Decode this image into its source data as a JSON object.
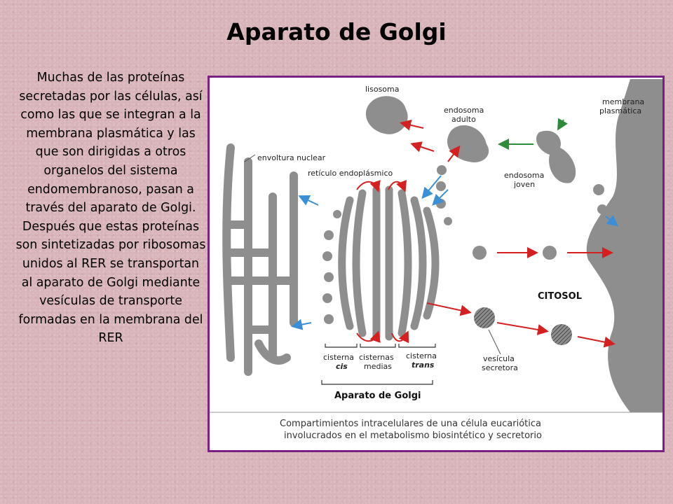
{
  "title": "Aparato de Golgi",
  "paragraph": "Muchas de las proteínas secretadas por las células, así como las que se integran a la membrana plasmática y las que son dirigidas a otros organelos del sistema endomembranoso, pasan a través del aparato de Golgi. Después que estas proteínas son sintetizadas por ribosomas unidos al RER se transportan al aparato de Golgi mediante vesículas de transporte formadas en la membrana del RER",
  "figure": {
    "labels": {
      "lisosoma": "lisosoma",
      "endosoma_adulto_1": "endosoma",
      "endosoma_adulto_2": "adulto",
      "membrana_1": "membrana",
      "membrana_2": "plasmática",
      "envoltura": "envoltura nuclear",
      "reticulo": "retículo endoplásmico",
      "endosoma_joven_1": "endosoma",
      "endosoma_joven_2": "joven",
      "citosol": "CITOSOL",
      "cis_1": "cisterna",
      "cis_2": "cis",
      "medias_1": "cisternas",
      "medias_2": "medias",
      "trans_1": "cisterna",
      "trans_2": "trans",
      "vesicula_1": "vesícula",
      "vesicula_2": "secretora",
      "aparato": "Aparato de Golgi"
    },
    "caption_line1": "Compartimientos intracelulares de una célula eucariótica",
    "caption_line2": "involucrados en el metabolismo biosintético y secretorio",
    "colors": {
      "frame": "#7a1f86",
      "organelle": "#8e8e8e",
      "arrow_red": "#d42020",
      "arrow_blue": "#3a8fd6",
      "arrow_green": "#2e8b3a"
    }
  }
}
